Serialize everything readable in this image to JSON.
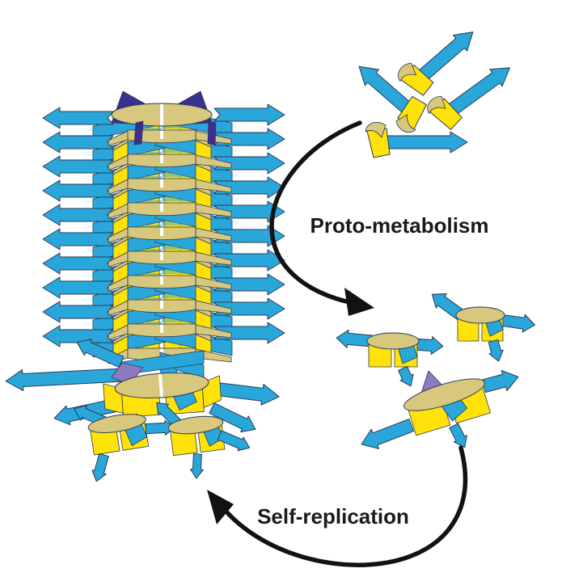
{
  "labels": {
    "proto_metabolism": "Proto-metabolism",
    "self_replication": "Self-replication"
  },
  "colors": {
    "strand_blue": "#29A7DB",
    "core_yellow": "#FFE207",
    "rim_tan": "#D8C87D",
    "cap_navy": "#3B2F90",
    "patch_lilac": "#8D7BC0",
    "cycle_arrow_black": "#121212",
    "outline_dark": "#2B3A55",
    "background": "#FFFFFF"
  },
  "structure": {
    "fibril_layers": 10,
    "free_monomers": 4,
    "ring_oligomers": 3,
    "daughter_rings": 2
  }
}
